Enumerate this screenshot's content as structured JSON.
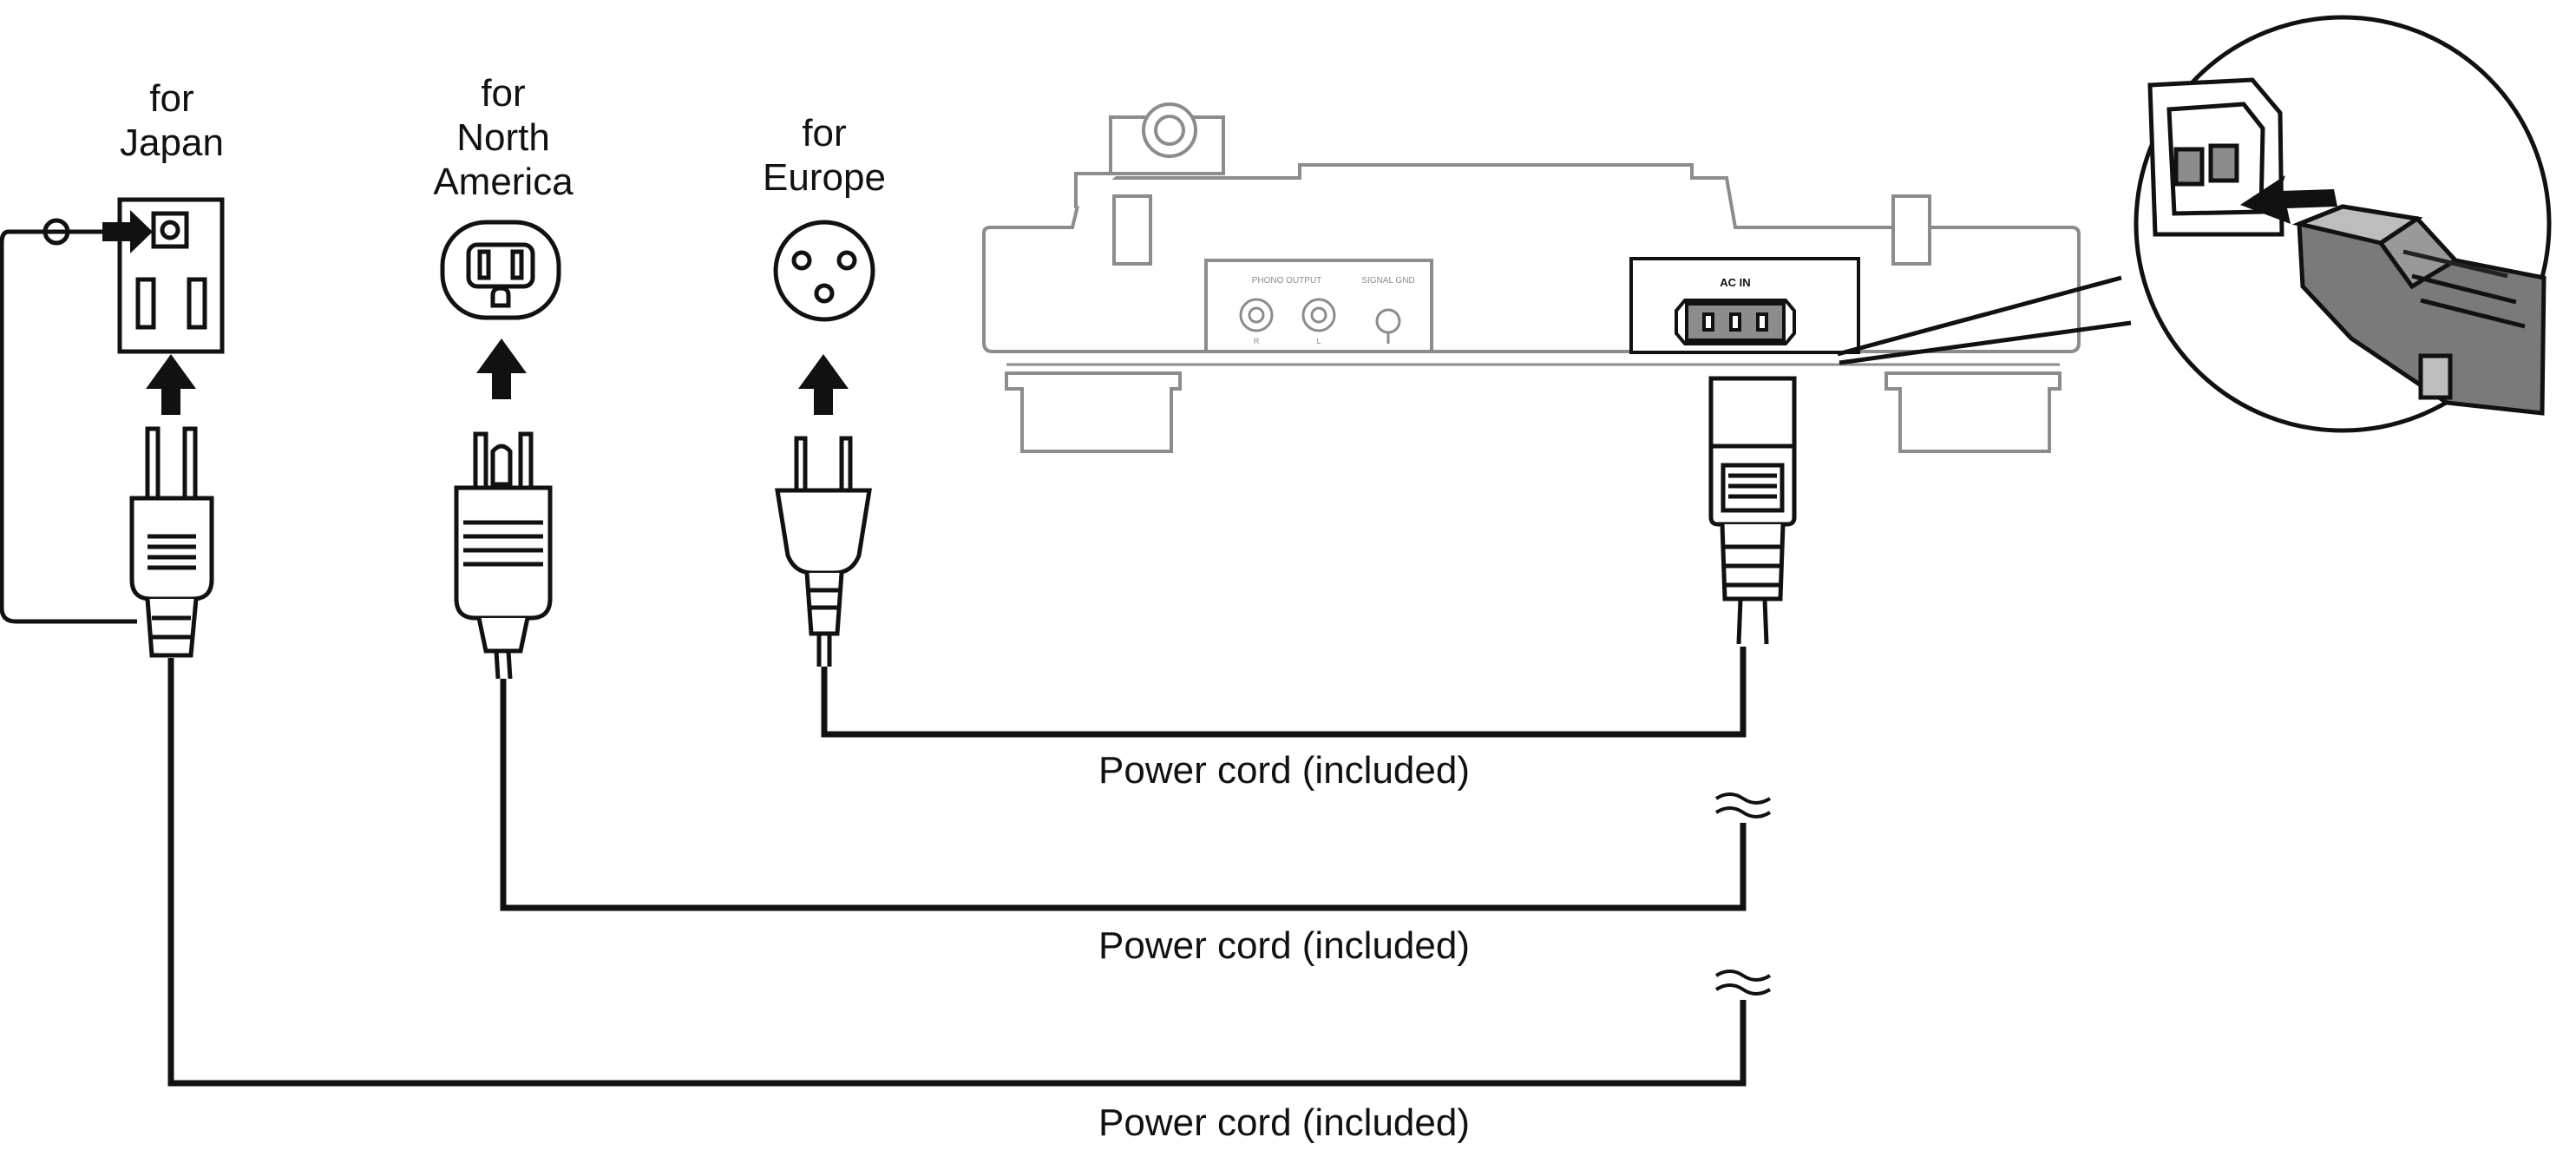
{
  "regions": {
    "japan": {
      "line1": "for",
      "line2": "Japan"
    },
    "north_america": {
      "line1": "for",
      "line2": "North",
      "line3": "America"
    },
    "europe": {
      "line1": "for",
      "line2": "Europe"
    }
  },
  "cords": [
    {
      "label": "Power cord (included)"
    },
    {
      "label": "Power cord (included)"
    },
    {
      "label": "Power cord (included)"
    }
  ],
  "turntable": {
    "phono_output": "PHONO OUTPUT",
    "signal_gnd": "SIGNAL GND",
    "r": "R",
    "l": "L",
    "ac_in": "AC IN"
  },
  "colors": {
    "line": "#111111",
    "device": "#8c8c8c",
    "plug_fill": "#7a7a7a"
  }
}
